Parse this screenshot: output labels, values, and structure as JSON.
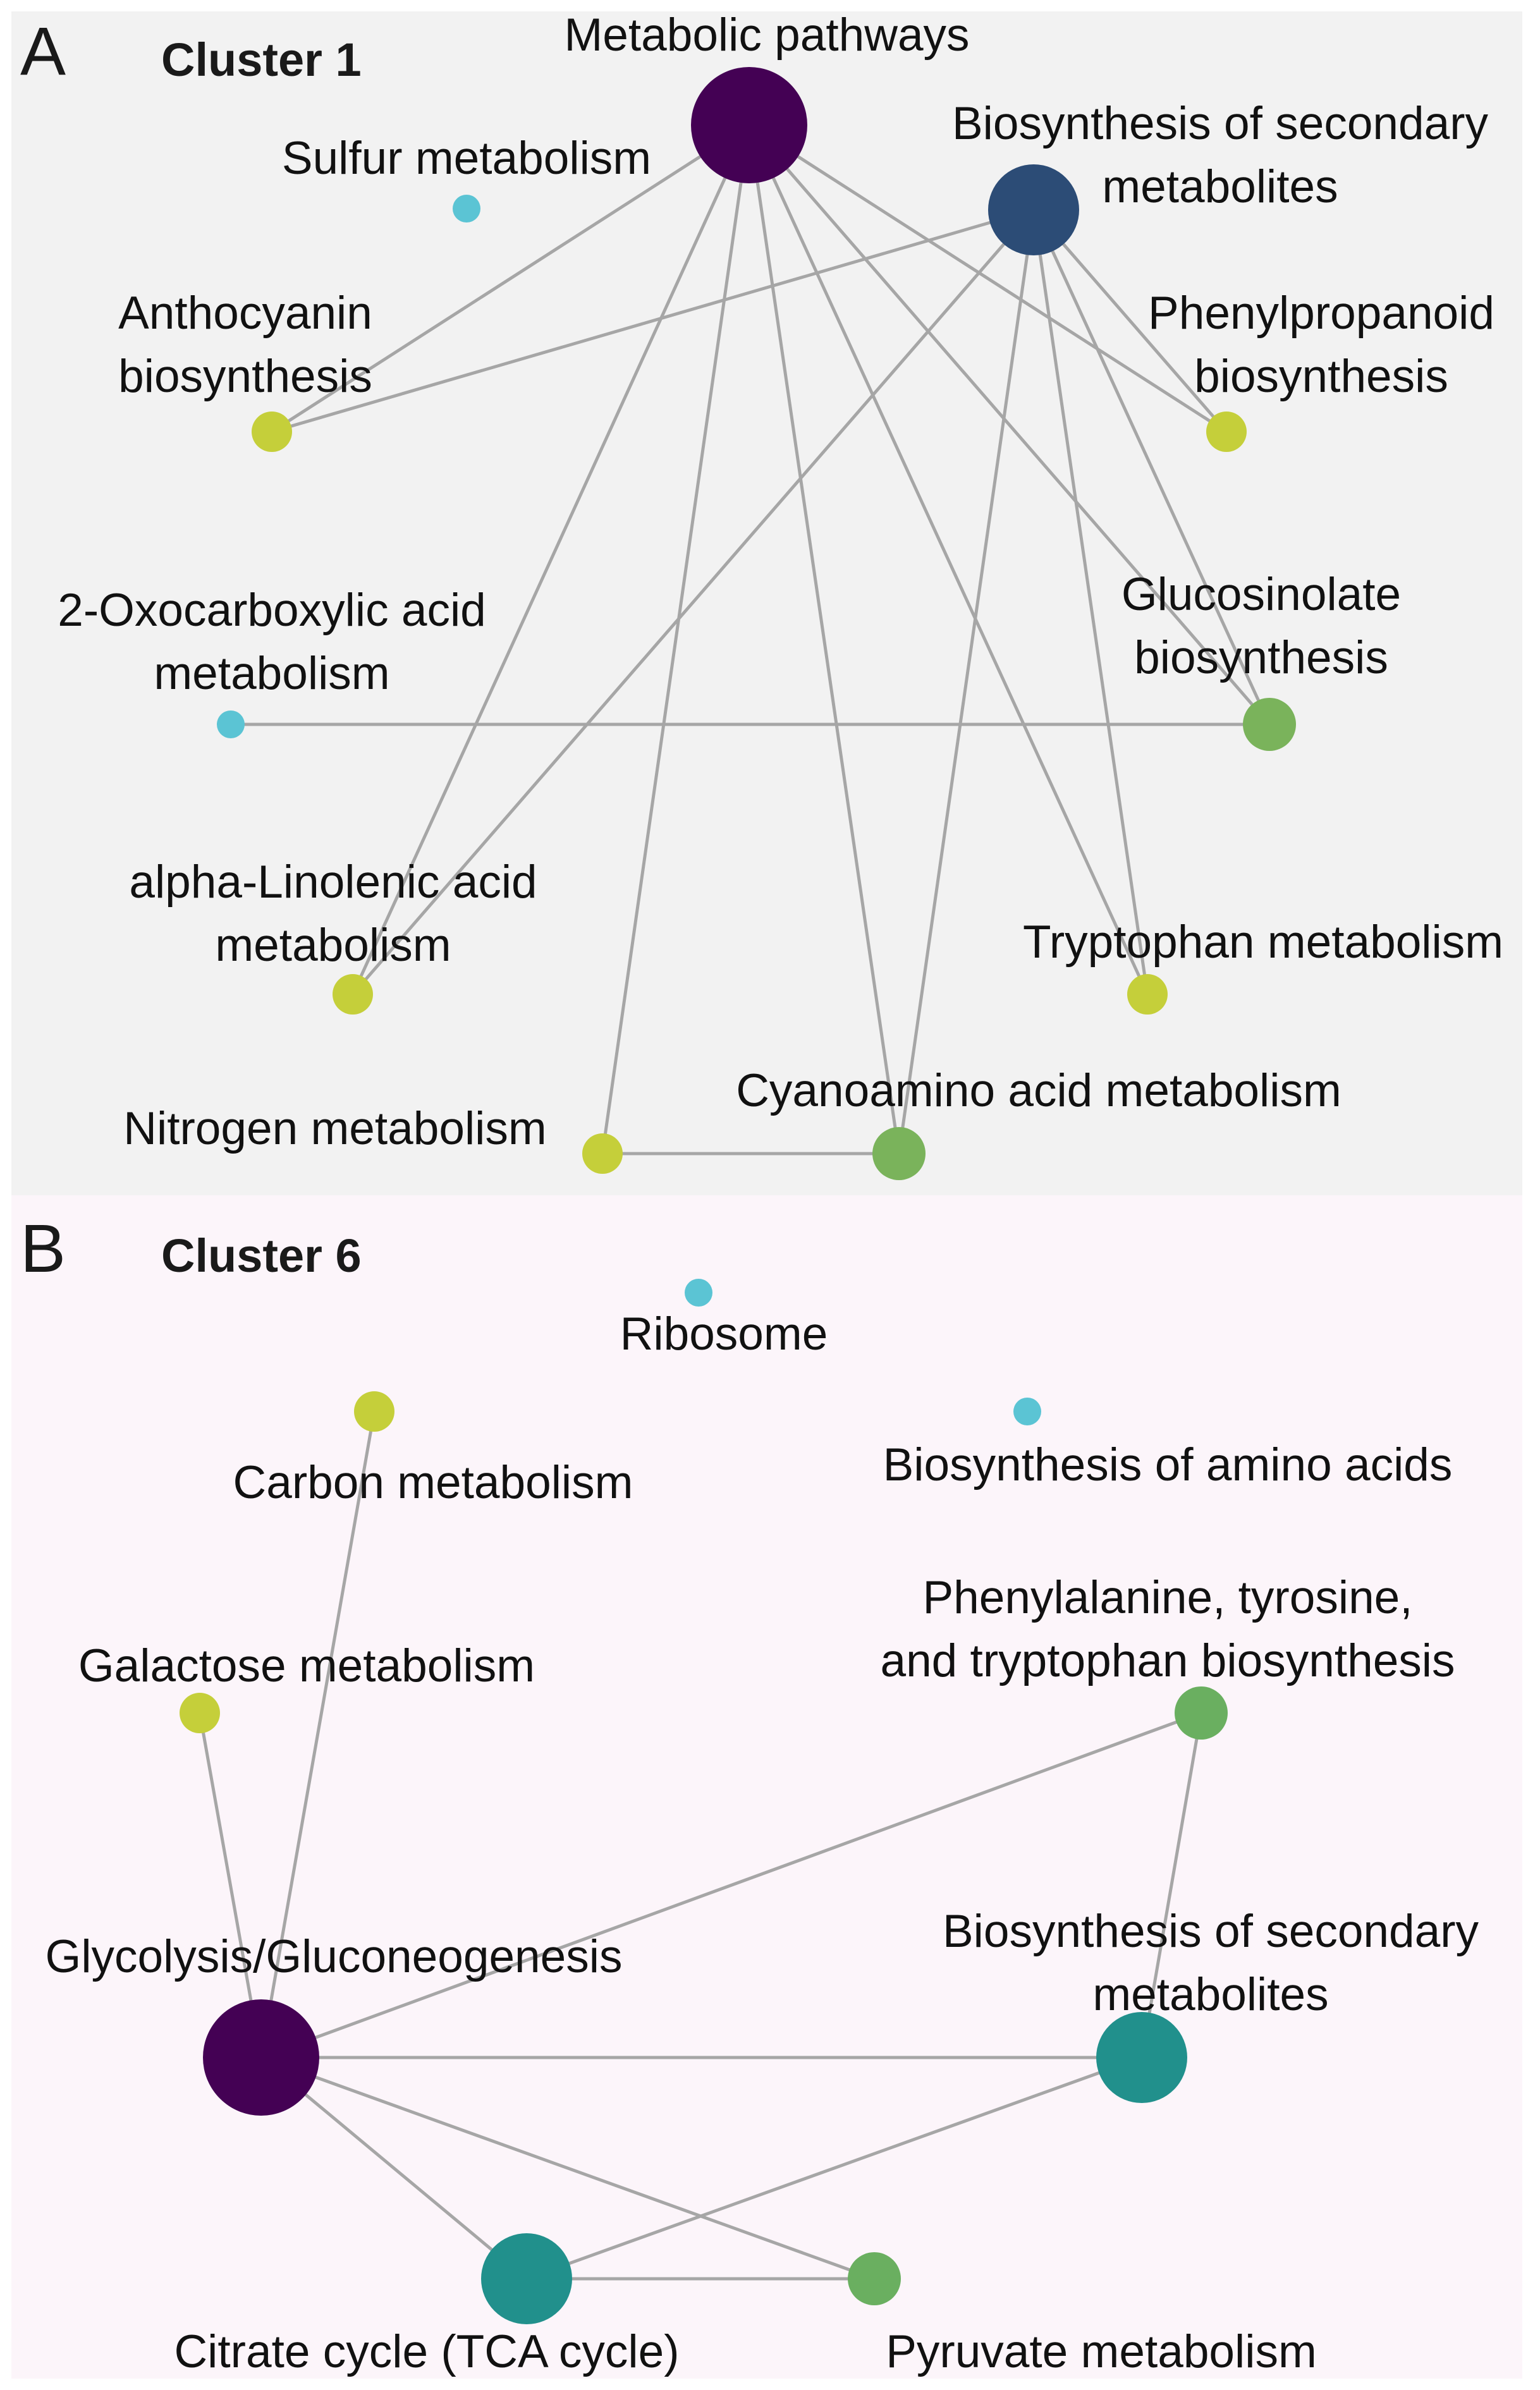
{
  "panels": [
    {
      "letter": "A",
      "title": "Cluster 1",
      "background": "#f2f2f2",
      "nodes": [
        {
          "id": "metabolic",
          "lines": [
            "Metabolic pathways"
          ],
          "color": "#440154",
          "size": "largest"
        },
        {
          "id": "biosec",
          "lines": [
            "Biosynthesis of secondary",
            "metabolites"
          ],
          "color": "#2c4c76",
          "size": "large"
        },
        {
          "id": "sulfur",
          "lines": [
            "Sulfur metabolism"
          ],
          "color": "#5bc4d4",
          "size": "small"
        },
        {
          "id": "antho",
          "lines": [
            "Anthocyanin",
            "biosynthesis"
          ],
          "color": "#c5cf3a",
          "size": "medium"
        },
        {
          "id": "phenylprop",
          "lines": [
            "Phenylpropanoid",
            "biosynthesis"
          ],
          "color": "#c5cf3a",
          "size": "medium"
        },
        {
          "id": "oxo",
          "lines": [
            "2-Oxocarboxylic acid",
            "metabolism"
          ],
          "color": "#5bc4d4",
          "size": "small"
        },
        {
          "id": "gluco",
          "lines": [
            "Glucosinolate",
            "biosynthesis"
          ],
          "color": "#7ab35b",
          "size": "medium-large"
        },
        {
          "id": "linolenic",
          "lines": [
            "alpha-Linolenic acid",
            "metabolism"
          ],
          "color": "#c5cf3a",
          "size": "medium"
        },
        {
          "id": "trypto",
          "lines": [
            "Tryptophan metabolism"
          ],
          "color": "#c5cf3a",
          "size": "medium"
        },
        {
          "id": "nitrogen",
          "lines": [
            "Nitrogen metabolism"
          ],
          "color": "#c5cf3a",
          "size": "medium"
        },
        {
          "id": "cyano",
          "lines": [
            "Cyanoamino acid metabolism"
          ],
          "color": "#7ab35b",
          "size": "medium-large"
        }
      ],
      "edges": [
        [
          "metabolic",
          "antho"
        ],
        [
          "metabolic",
          "phenylprop"
        ],
        [
          "metabolic",
          "gluco"
        ],
        [
          "metabolic",
          "linolenic"
        ],
        [
          "metabolic",
          "trypto"
        ],
        [
          "metabolic",
          "nitrogen"
        ],
        [
          "metabolic",
          "cyano"
        ],
        [
          "biosec",
          "antho"
        ],
        [
          "biosec",
          "phenylprop"
        ],
        [
          "biosec",
          "gluco"
        ],
        [
          "biosec",
          "linolenic"
        ],
        [
          "biosec",
          "trypto"
        ],
        [
          "biosec",
          "cyano"
        ],
        [
          "oxo",
          "gluco"
        ],
        [
          "nitrogen",
          "cyano"
        ]
      ]
    },
    {
      "letter": "B",
      "title": "Cluster 6",
      "background": "#fcf5fa",
      "nodes": [
        {
          "id": "ribosome",
          "lines": [
            "Ribosome"
          ],
          "color": "#5bc4d4",
          "size": "small"
        },
        {
          "id": "aminoacids",
          "lines": [
            "Biosynthesis of amino acids"
          ],
          "color": "#5bc4d4",
          "size": "small"
        },
        {
          "id": "carbon",
          "lines": [
            "Carbon metabolism"
          ],
          "color": "#c5cf3a",
          "size": "medium"
        },
        {
          "id": "galactose",
          "lines": [
            "Galactose metabolism"
          ],
          "color": "#c5cf3a",
          "size": "medium"
        },
        {
          "id": "phetyr",
          "lines": [
            "Phenylalanine, tyrosine,",
            "and tryptophan biosynthesis"
          ],
          "color": "#6aaf60",
          "size": "medium-large"
        },
        {
          "id": "glycolysis",
          "lines": [
            "Glycolysis/Gluconeogenesis"
          ],
          "color": "#440154",
          "size": "largest"
        },
        {
          "id": "biosec6",
          "lines": [
            "Biosynthesis of secondary",
            "metabolites"
          ],
          "color": "#21908c",
          "size": "large"
        },
        {
          "id": "tca",
          "lines": [
            "Citrate cycle (TCA cycle)"
          ],
          "color": "#21908c",
          "size": "large"
        },
        {
          "id": "pyruvate",
          "lines": [
            "Pyruvate metabolism"
          ],
          "color": "#6aaf60",
          "size": "medium-large"
        }
      ],
      "edges": [
        [
          "glycolysis",
          "carbon"
        ],
        [
          "glycolysis",
          "galactose"
        ],
        [
          "glycolysis",
          "phetyr"
        ],
        [
          "glycolysis",
          "biosec6"
        ],
        [
          "glycolysis",
          "tca"
        ],
        [
          "glycolysis",
          "pyruvate"
        ],
        [
          "phetyr",
          "biosec6"
        ],
        [
          "biosec6",
          "tca"
        ],
        [
          "tca",
          "pyruvate"
        ]
      ]
    }
  ]
}
